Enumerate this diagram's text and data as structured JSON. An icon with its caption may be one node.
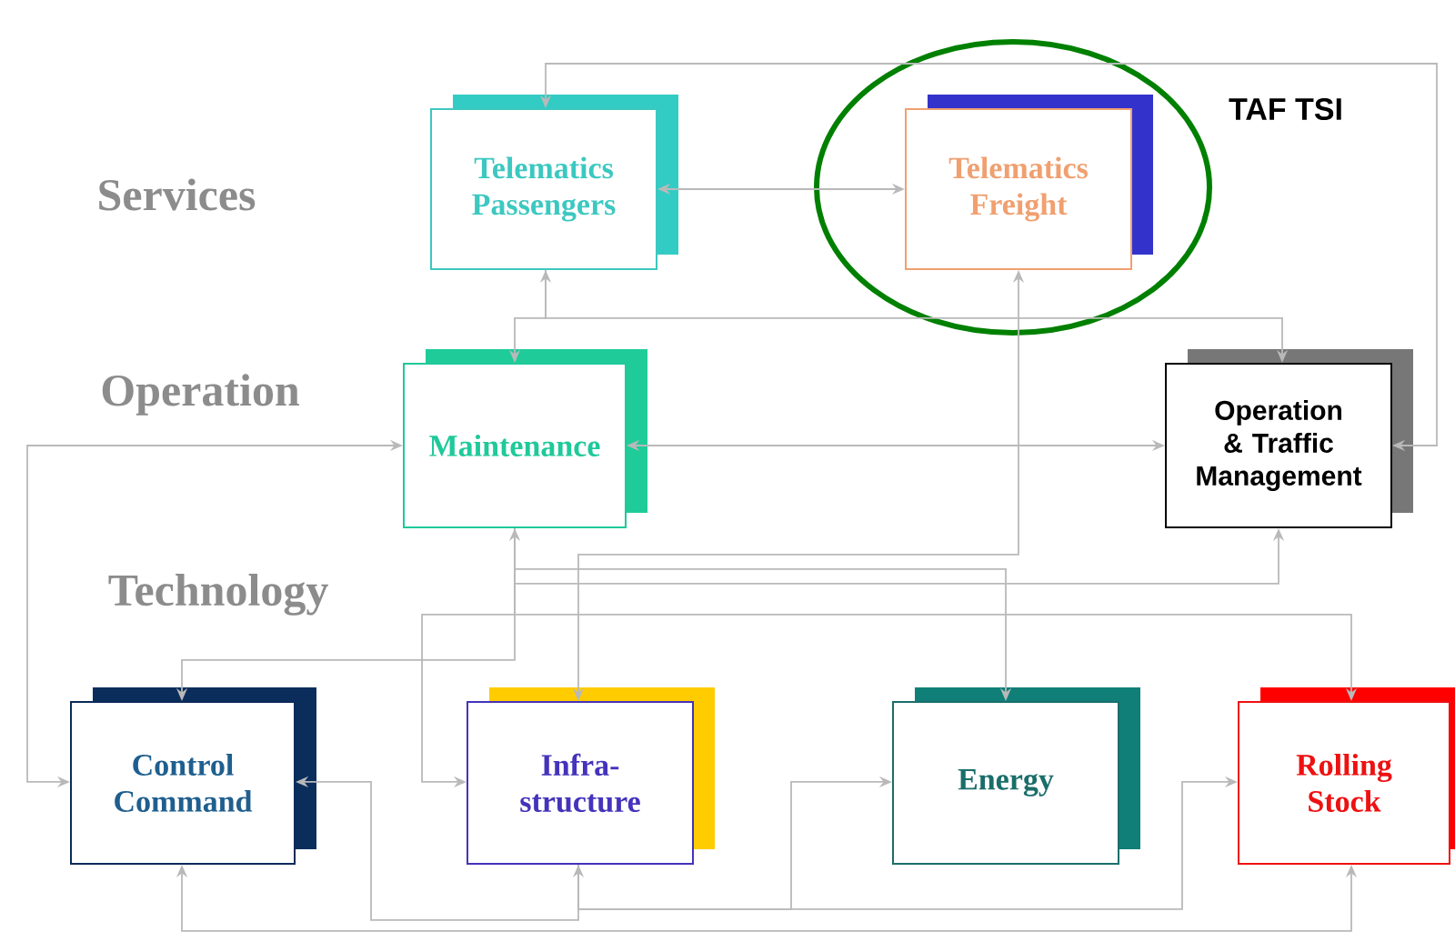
{
  "diagram": {
    "nodes": [
      {
        "text": [
          "Telematics Passengers"
        ]
      },
      {
        "text": [
          "TAF TSI"
        ]
      },
      {
        "text": [
          "Telematics Freight"
        ],
        "in": 1
      },
      {
        "text": [
          "Maintenance"
        ]
      },
      {
        "text": [
          "Operation & Traffic Management"
        ]
      },
      {
        "text": [
          "Control Command"
        ]
      },
      {
        "text": [
          "Infra- structure"
        ]
      },
      {
        "text": [
          "Energy"
        ]
      },
      {
        "text": [
          "Rolling Stock"
        ]
      }
    ],
    "edges": [
      {
        "from": 0,
        "to": 4,
        "arrow": "both"
      },
      {
        "from": 0,
        "to": 2,
        "arrow": "both"
      },
      {
        "from": 3,
        "to": 0,
        "arrow": "both"
      },
      {
        "from": 0,
        "to": 4,
        "arrow": "to"
      },
      {
        "from": 3,
        "to": 4,
        "arrow": "both"
      },
      {
        "from": 3,
        "to": 5,
        "arrow": "both"
      },
      {
        "from": 5,
        "to": 3,
        "arrow": "both"
      },
      {
        "from": 6,
        "to": 2,
        "arrow": "both"
      },
      {
        "from": 3,
        "to": 7,
        "arrow": "to"
      },
      {
        "from": 3,
        "to": 4,
        "arrow": "to"
      },
      {
        "from": 3,
        "to": 8,
        "arrow": "to"
      },
      {
        "from": 3,
        "to": 6,
        "arrow": "to"
      },
      {
        "from": 5,
        "to": 8,
        "arrow": "both"
      },
      {
        "from": 5,
        "to": 6,
        "arrow": "both"
      },
      {
        "from": 6,
        "to": 7,
        "arrow": "to"
      },
      {
        "from": 6,
        "to": 8,
        "arrow": "to"
      }
    ],
    "labels": [
      "Services",
      "Operation",
      "Technology"
    ]
  }
}
